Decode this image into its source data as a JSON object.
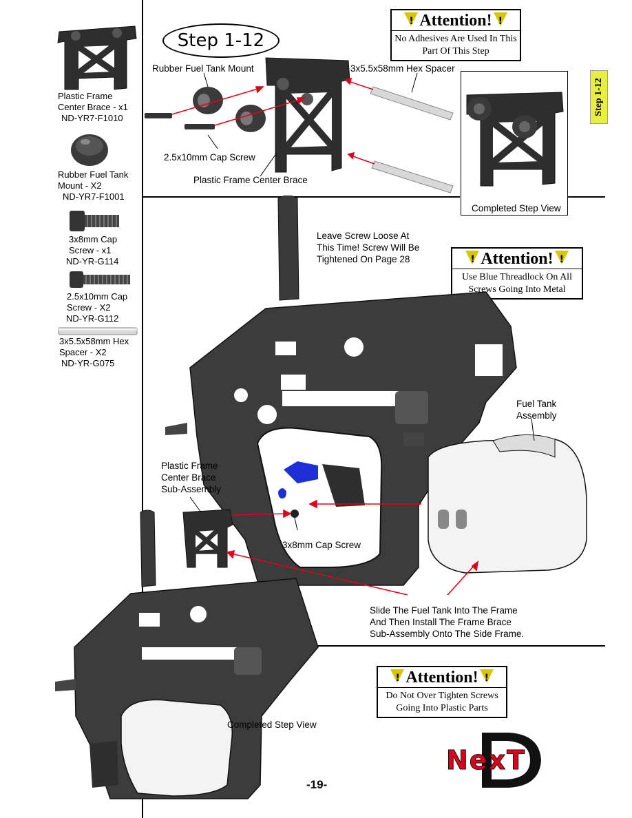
{
  "step": {
    "label": "Step 1-12",
    "side_tab": "Step 1-12"
  },
  "attention_boxes": [
    {
      "title": "Attention!",
      "text": "No Adhesives Are Used In This Part Of This Step"
    },
    {
      "title": "Attention!",
      "text": "Use Blue Threadlock On All Screws Going Into Metal"
    },
    {
      "title": "Attention!",
      "text": "Do Not Over Tighten Screws Going Into Plastic Parts"
    }
  ],
  "parts": [
    {
      "name_lines": [
        "Plastic Frame",
        "Center Brace - x1"
      ],
      "code": "ND-YR7-F1010",
      "icon": "frame-brace-icon"
    },
    {
      "name_lines": [
        "Rubber Fuel Tank",
        "Mount - X2"
      ],
      "code": "ND-YR7-F1001",
      "icon": "rubber-mount-icon"
    },
    {
      "name_lines": [
        "3x8mm Cap",
        "Screw - x1"
      ],
      "code": "ND-YR-G114",
      "icon": "cap-screw-icon"
    },
    {
      "name_lines": [
        "2.5x10mm Cap",
        "Screw - X2"
      ],
      "code": "ND-YR-G112",
      "icon": "cap-screw-long-icon"
    },
    {
      "name_lines": [
        "3x5.5x58mm Hex",
        "Spacer - X2"
      ],
      "code": "ND-YR-G075",
      "icon": "hex-spacer-icon"
    }
  ],
  "callouts": {
    "rubber_mount": "Rubber Fuel Tank Mount",
    "hex_spacer": "3x5.5x58mm Hex Spacer",
    "cap_screw_25": "2.5x10mm Cap Screw",
    "center_brace": "Plastic Frame Center Brace",
    "completed_top": "Completed Step View",
    "leave_loose": [
      "Leave Screw Loose At",
      "This Time! Screw Will Be",
      "Tightened On Page 28"
    ],
    "fuel_tank": [
      "Fuel Tank",
      "Assembly"
    ],
    "sub_assembly": [
      "Plastic Frame",
      "Center Brace",
      "Sub-Assembly"
    ],
    "cap_screw_3x8": "3x8mm Cap Screw",
    "slide_instruction": [
      "Slide The Fuel Tank Into The Frame",
      "And Then Install The Frame Brace",
      "Sub-Assembly Onto The Side Frame."
    ],
    "completed_bottom": "Completed Step View"
  },
  "logo": {
    "text": "NexT",
    "big_letter": "D"
  },
  "page_number": "-19-",
  "colors": {
    "arrow": "#e0001b",
    "tab": "#e8ef3c",
    "warning": "#d7c600",
    "part_dark": "#2e2e2e",
    "threadlock": "#1d2fd6"
  }
}
